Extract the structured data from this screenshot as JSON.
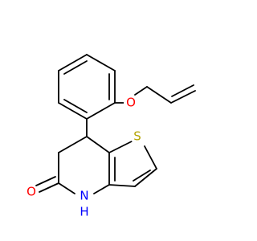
{
  "diagram": {
    "type": "chemical-structure",
    "atom_labels": {
      "sulfur": "S",
      "oxygen_ether": "O",
      "oxygen_carbonyl": "O",
      "nitrogen": "N",
      "nitrogen_hydrogen": "H"
    },
    "colors": {
      "bond": "#000000",
      "sulfur": "#b3a300",
      "oxygen": "#ff0000",
      "nitrogen": "#0000ff"
    }
  }
}
